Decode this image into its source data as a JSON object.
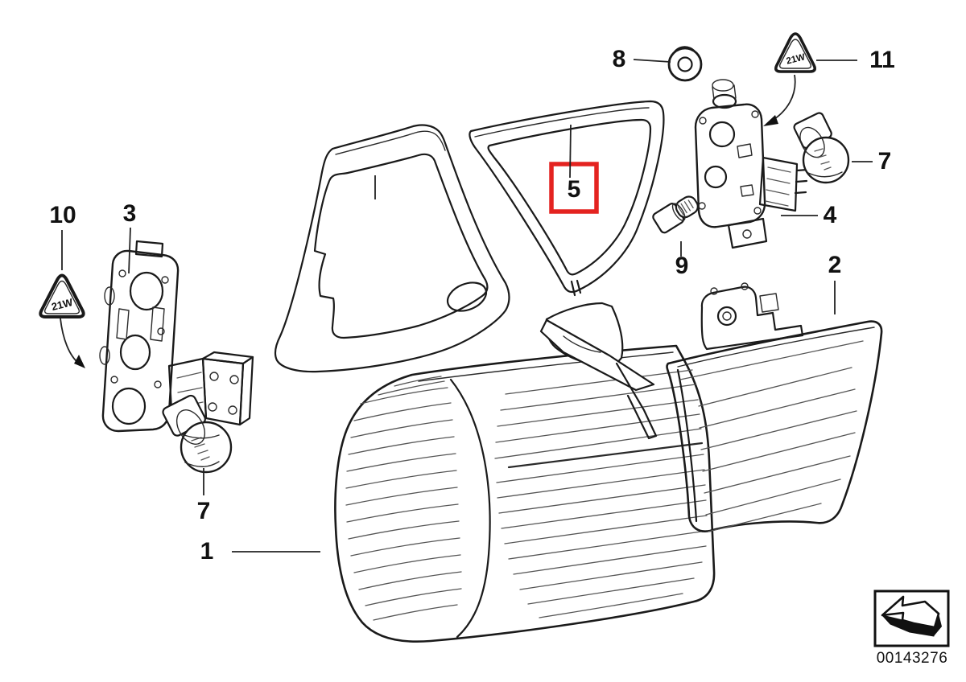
{
  "callouts": {
    "part1": "1",
    "part2": "2",
    "part3": "3",
    "part4": "4",
    "part5": "5",
    "part7_left": "7",
    "part7_right": "7",
    "part8": "8",
    "part9": "9",
    "part10": "10",
    "part11": "11"
  },
  "warning": {
    "label": "21W"
  },
  "highlight": {
    "color": "#e42320"
  },
  "stamp": {
    "number": "00143276"
  }
}
